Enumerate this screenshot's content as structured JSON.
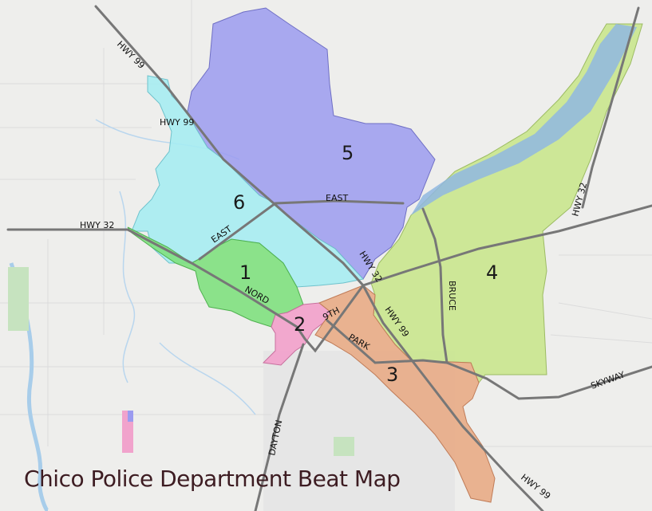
{
  "title": "Chico Police Department Beat Map",
  "beats": [
    {
      "id": "beat-1",
      "label": "1",
      "color": "#7fe07f"
    },
    {
      "id": "beat-2",
      "label": "2",
      "color": "#f1a3cc"
    },
    {
      "id": "beat-3",
      "label": "3",
      "color": "#e8ab86"
    },
    {
      "id": "beat-4",
      "label": "4",
      "color": "#c9e68e"
    },
    {
      "id": "beat-5",
      "label": "5",
      "color": "#9b9bf0"
    },
    {
      "id": "beat-6",
      "label": "6",
      "color": "#a6ecf2"
    }
  ],
  "roads": {
    "hwy99": "HWY 99",
    "hwy32": "HWY 32",
    "east": "EAST",
    "nord": "NORD",
    "ninth": "9TH",
    "park": "PARK",
    "bruce": "BRUCE",
    "dayton": "DAYTON",
    "skyway": "SKYWAY"
  },
  "colors": {
    "basemap": "#eeeeec",
    "road": "#777777",
    "water": "#a8cdea",
    "park": "#c6e3bf"
  }
}
